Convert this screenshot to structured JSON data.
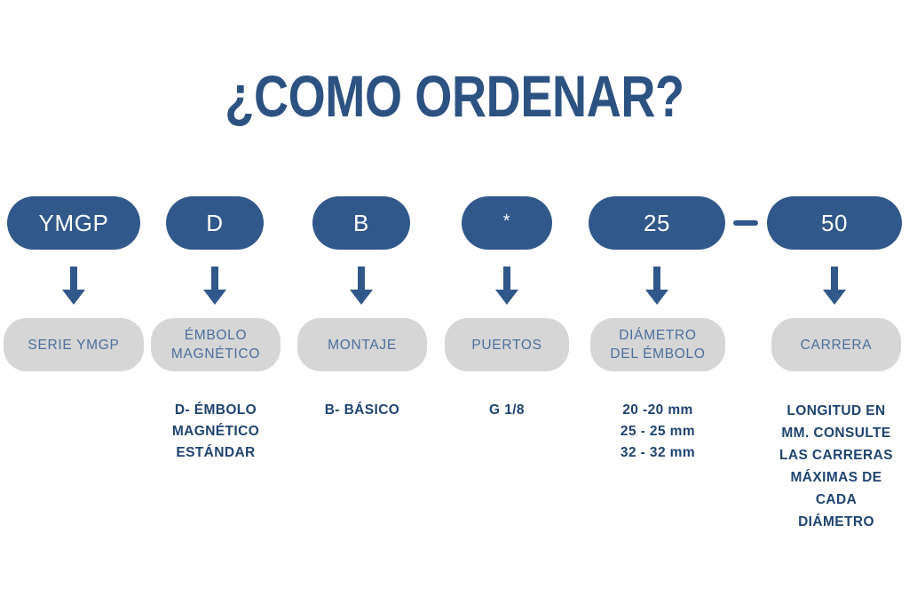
{
  "page": {
    "title": "¿COMO ORDENAR?",
    "background_color": "#ffffff",
    "accent_blue": "#31588a",
    "title_blue": "#2c5282",
    "gray_box_color": "#d6d6d6",
    "gray_box_text_color": "#4a6f9e",
    "description_text_color": "#1f4471"
  },
  "separator": {
    "name": "dash",
    "symbol": "—",
    "between": [
      "25",
      "50"
    ]
  },
  "columns": [
    {
      "key": "serie",
      "code": "YMGP",
      "label": "SERIE YMGP",
      "description": ""
    },
    {
      "key": "embolo",
      "code": "D",
      "label": "ÉMBOLO\nMAGNÉTICO",
      "description": "D- ÉMBOLO\nMAGNÉTICO\nESTÁNDAR"
    },
    {
      "key": "montaje",
      "code": "B",
      "label": "MONTAJE",
      "description": "B- BÁSICO"
    },
    {
      "key": "puertos",
      "code": "*",
      "label": "PUERTOS",
      "description": "G 1/8"
    },
    {
      "key": "diametro",
      "code": "25",
      "label": "DIÁMETRO\nDEL ÉMBOLO",
      "description": "20 -20 mm\n25 - 25 mm\n32 - 32 mm"
    },
    {
      "key": "carrera",
      "code": "50",
      "label": "CARRERA",
      "description": "LONGITUD EN\nMM. CONSULTE\nLAS CARRERAS\nMÁXIMAS DE\nCADA\nDIÁMETRO"
    }
  ]
}
